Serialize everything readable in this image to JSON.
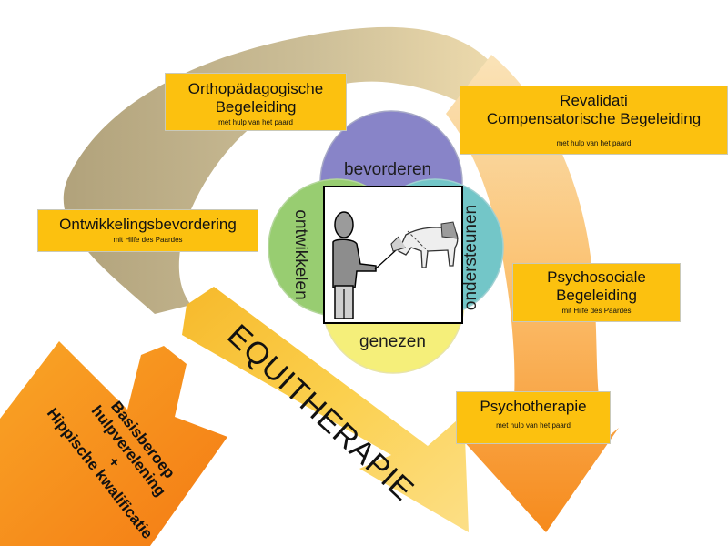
{
  "boxes": {
    "ortho": {
      "title_line1": "Orthopädagogische",
      "title_line2": "Begeleiding",
      "sub": "met hulp van het paard"
    },
    "reval": {
      "title_line1": "Revalidati",
      "title_line2": "Compensatorische Begeleiding",
      "sub": "met hulp van het paard"
    },
    "ontw": {
      "title": "Ontwikkelingsbevordering",
      "sub": "mit  Hilfe des Paardes"
    },
    "psycho": {
      "title_line1": "Psychosociale",
      "title_line2": "Begeleiding",
      "sub": "mit Hilfe des  Paardes"
    },
    "psychot": {
      "title": "Psychotherapie",
      "sub": "met hulp van het paard"
    }
  },
  "circles": {
    "top": "bevorderen",
    "bottom": "genezen",
    "left": "ontwikkelen",
    "right": "ondersteunen"
  },
  "arrow_label": "EQUITHERAPIE",
  "basis": {
    "line1": "Basisberoep",
    "line2": "hulpverelening",
    "line3": "+",
    "line4": "Hippische kwalificatie"
  },
  "colors": {
    "box_fill": "#fcc10f",
    "arc_tan": "#bcae86",
    "arrow_yellow": "#fbc52e",
    "arrow_orange": "#f78b1b",
    "circle_top": "#8884c8",
    "circle_left": "#98cd71",
    "circle_right": "#73c6c8",
    "circle_bottom": "#f5ef7a"
  }
}
